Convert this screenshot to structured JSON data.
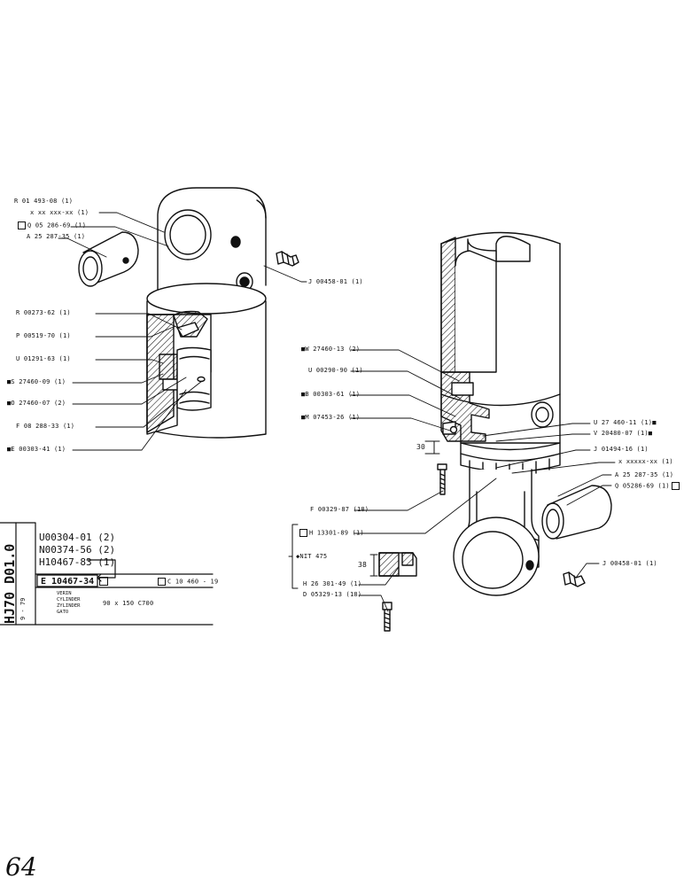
{
  "left_callouts": [
    {
      "code": "R 01 493-08 (1)"
    },
    {
      "code": "x xx xxx-xx (1)"
    },
    {
      "code": "Q 05 286-69 (1)"
    },
    {
      "code": "A 25 287-35 (1)"
    },
    {
      "code": "J 00458-01 (1)"
    },
    {
      "code": "R 00273-62 (1)"
    },
    {
      "code": "P 00519-70 (1)"
    },
    {
      "code": "U 01291-63 (1)"
    },
    {
      "code": "■S 27460-09 (1)"
    },
    {
      "code": "■O 27460-07 (2)"
    },
    {
      "code": "F 08 288-33 (1)"
    },
    {
      "code": "■E 00303-41 (1)"
    }
  ],
  "right_callouts": [
    {
      "code": "■W 27460-13 (2)"
    },
    {
      "code": "U 00290-90 (1)"
    },
    {
      "code": "■B 00303-61 (1)"
    },
    {
      "code": "■M 07453-26 (1)"
    },
    {
      "code": "U  27 460-11 (1)■"
    },
    {
      "code": "V  20480-07 (1)■"
    },
    {
      "code": "J  01494-16 (1)"
    },
    {
      "code": "x  xxxxx-xx (1)"
    },
    {
      "code": "A 25 287-35 (1)"
    },
    {
      "code": "Q 05286-69 (1)"
    },
    {
      "code": "F 00329-87 (18)"
    },
    {
      "code": "H 13301-89 (1)"
    },
    {
      "code": "NIT 475"
    },
    {
      "code": "H 26 301-49 (1)"
    },
    {
      "code": "D 05329-13 (18)"
    },
    {
      "code": "J 00458-01 (1)"
    }
  ],
  "dimensions": {
    "upper": "30",
    "lower": "38"
  },
  "title_block": {
    "vertical_code": "HJ70 D01.0",
    "date": "9 - 79",
    "ref_lines": [
      "U00304-01 (2)",
      "N00374-56 (2)",
      "H10467-83 (1)"
    ],
    "main_ref": "E 10467-34",
    "alt_ref": "C 10 460 - 19",
    "names": [
      "VERIN",
      "CYLINDER",
      "ZYLINDER",
      "GATO"
    ],
    "spec": "90 x 150 C700"
  },
  "page_number": "64"
}
